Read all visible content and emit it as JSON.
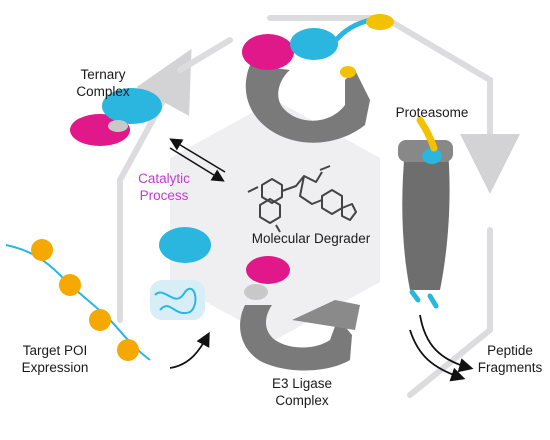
{
  "labels": {
    "ternary_complex": "Ternary\nComplex",
    "catalytic_process": "Catalytic\nProcess",
    "molecular_degrader": "Molecular Degrader",
    "proteasome": "Proteasome",
    "target_poi_expression": "Target POI\nExpression",
    "e3_ligase_complex": "E3 Ligase\nComplex",
    "peptide_fragments": "Peptide\nFragments"
  },
  "colors": {
    "accent_text": "#c13bd3",
    "target_protein": "#2bb6e0",
    "e3_binder": "#e0188a",
    "ubiquitin": "#f2c200",
    "ligase_gray": "#7a7a7a",
    "hexagon_fill": "#efeff1",
    "cycle_arrow": "#dcdcdf"
  },
  "icons": [
    "ternary-complex-protein-icon",
    "proteasome-icon",
    "e3-ligase-icon",
    "degrader-molecule-icon",
    "ubiquitin-chain-icon",
    "target-protein-icon"
  ]
}
